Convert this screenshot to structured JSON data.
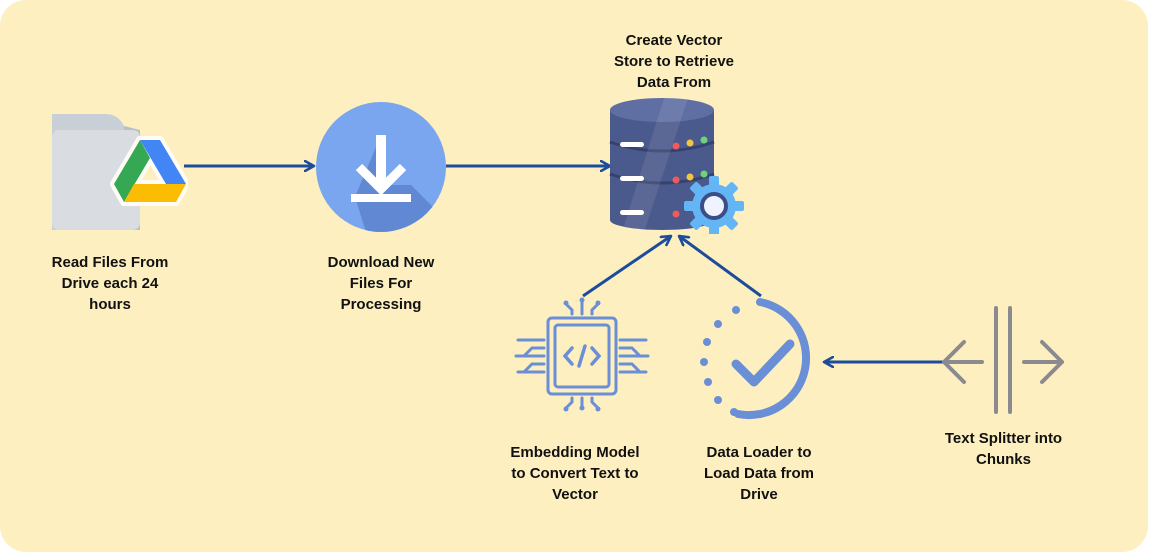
{
  "nodes": {
    "drive": {
      "label": "Read Files From\nDrive each 24\nhours",
      "icon": "google-drive-folder-icon"
    },
    "download": {
      "label": "Download New\nFiles For\nProcessing",
      "icon": "download-icon"
    },
    "vector_store": {
      "label": "Create Vector\nStore to Retrieve\nData From",
      "icon": "database-gear-icon"
    },
    "embedding": {
      "label": "Embedding Model\nto Convert Text to\nVector",
      "icon": "code-chip-icon"
    },
    "loader": {
      "label": "Data Loader to\nLoad Data from\nDrive",
      "icon": "loading-check-icon"
    },
    "splitter": {
      "label": "Text Splitter into\nChunks",
      "icon": "split-arrows-icon"
    }
  },
  "edges": [
    {
      "from": "drive",
      "to": "download"
    },
    {
      "from": "download",
      "to": "vector_store"
    },
    {
      "from": "embedding",
      "to": "vector_store"
    },
    {
      "from": "loader",
      "to": "vector_store"
    },
    {
      "from": "splitter",
      "to": "loader"
    }
  ],
  "colors": {
    "background": "#fdefbf",
    "arrow": "#1c4c9c",
    "icon_blue": "#6b8fd6",
    "splitter_gray": "#8a8a8f",
    "database": "#4b5a8c"
  }
}
